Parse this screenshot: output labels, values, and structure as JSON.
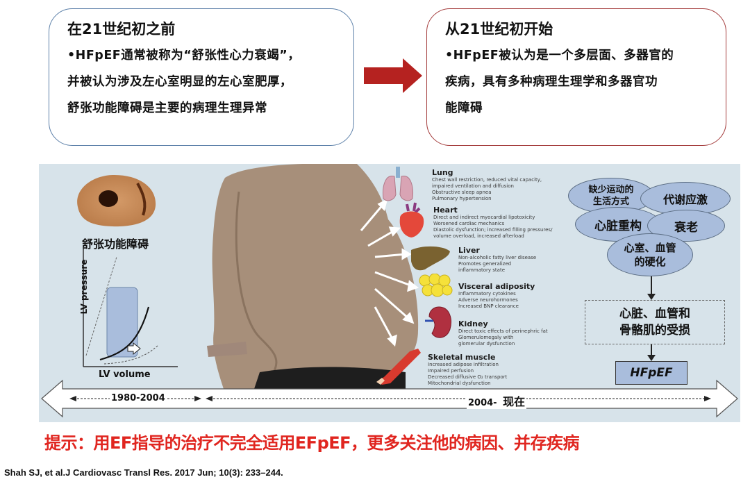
{
  "left_box": {
    "title": "在21世纪初之前",
    "lines": [
      "•HFpEF通常被称为“舒张性心力衰竭”，",
      "并被认为涉及左心室明显的左心室肥厚，",
      "舒张功能障碍是主要的病理生理异常"
    ]
  },
  "right_box": {
    "title": "从21世纪初开始",
    "lines": [
      "•HFpEF被认为是一个多层面、多器官的",
      "疾病，具有多种病理生理学和多器官功",
      "能障碍"
    ]
  },
  "transition_arrow": {
    "icon": "right-arrow-icon",
    "color": "#b52220"
  },
  "figure": {
    "left_panel": {
      "image": "heart-cross-section",
      "label": "舒张功能障碍",
      "chart": {
        "ylabel": "LV pressure",
        "xlabel": "LV volume"
      }
    },
    "organs": [
      {
        "name": "Lung",
        "icon": "lung-icon",
        "desc": [
          "Chest wall restriction, reduced vital capacity,",
          "impaired ventilation and diffusion",
          "Obstructive sleep apnea",
          "Pulmonary hypertension"
        ]
      },
      {
        "name": "Heart",
        "icon": "heart-icon",
        "desc": [
          "Direct and indirect myocardial lipotoxicity",
          "Worsened cardiac mechanics",
          "Diastolic dysfunction; increased filling pressures/",
          "volume overload, increased afterload"
        ]
      },
      {
        "name": "Liver",
        "icon": "liver-icon",
        "desc": [
          "Non-alcoholic fatty liver disease",
          "Promotes generalized",
          "inflammatory state"
        ]
      },
      {
        "name": "Visceral adiposity",
        "icon": "adipose-icon",
        "desc": [
          "Inflammatory cytokines",
          "Adverse neurohormones",
          "Increased BNP clearance"
        ]
      },
      {
        "name": "Kidney",
        "icon": "kidney-icon",
        "desc": [
          "Direct toxic effects of perinephric fat",
          "Glomerulomegaly with",
          "glomerular dysfunction"
        ]
      },
      {
        "name": "Skeletal muscle",
        "icon": "muscle-icon",
        "desc": [
          "Increased adipose infiltration",
          "Impaired perfusion",
          "Decreased diffusive O₂ transport",
          "Mitochondrial dysfunction"
        ]
      }
    ],
    "flow": {
      "factors": [
        "缺少运动的生活方式",
        "代谢应激",
        "心脏重构",
        "衰老",
        "心室、血管的硬化"
      ],
      "factor_lines": {
        "sedentary_1": "缺少运动的",
        "sedentary_2": "生活方式",
        "metabolic": "代谢应激",
        "remodeling": "心脏重构",
        "aging": "衰老",
        "stiff_1": "心室、血管",
        "stiff_2": "的硬化"
      },
      "damage_1": "心脏、血管和",
      "damage_2": "骨骼肌的受损",
      "result": "HFpEF"
    },
    "timeline": {
      "period_1": "1980-2004",
      "period_2_year": "2004-",
      "period_2_now": "现在"
    }
  },
  "hint": "提示：用EF指导的治疗不完全适用EFpEF，更多关注他的病因、并存疾病",
  "citation": "Shah SJ, et al.J Cardiovasc Transl Res. 2017 Jun; 10(3): 233–244."
}
